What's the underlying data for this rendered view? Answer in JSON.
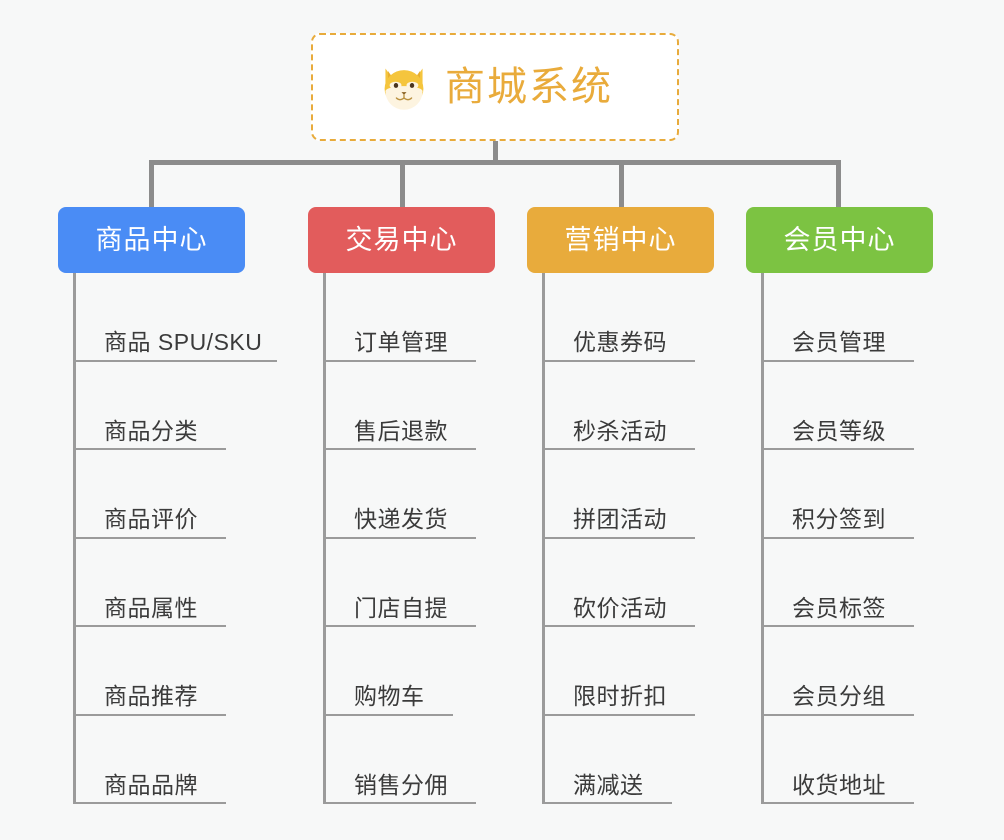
{
  "page": {
    "background_color": "#f7f8f8",
    "connector_color": "#8c8c8c",
    "leaf_line_color": "#9b9b9b",
    "leaf_text_color": "#3b3b3b"
  },
  "root": {
    "title": "商城系统",
    "icon": "shiba-dog-face-icon",
    "text_color": "#e9ab3b",
    "border_color": "#e8ab3c",
    "background_color": "#ffffff"
  },
  "chart_data": {
    "type": "diagram",
    "title": "商城系统",
    "branches": [
      {
        "label": "商品中心",
        "color": "#4a8cf5",
        "items": [
          "商品 SPU/SKU",
          "商品分类",
          "商品评价",
          "商品属性",
          "商品推荐",
          "商品品牌"
        ]
      },
      {
        "label": "交易中心",
        "color": "#e25c5c",
        "items": [
          "订单管理",
          "售后退款",
          "快递发货",
          "门店自提",
          "购物车",
          "销售分佣"
        ]
      },
      {
        "label": "营销中心",
        "color": "#e8ab3c",
        "items": [
          "优惠券码",
          "秒杀活动",
          "拼团活动",
          "砍价活动",
          "限时折扣",
          "满减送"
        ]
      },
      {
        "label": "会员中心",
        "color": "#7cc342",
        "items": [
          "会员管理",
          "会员等级",
          "积分签到",
          "会员标签",
          "会员分组",
          "收货地址"
        ]
      }
    ]
  }
}
